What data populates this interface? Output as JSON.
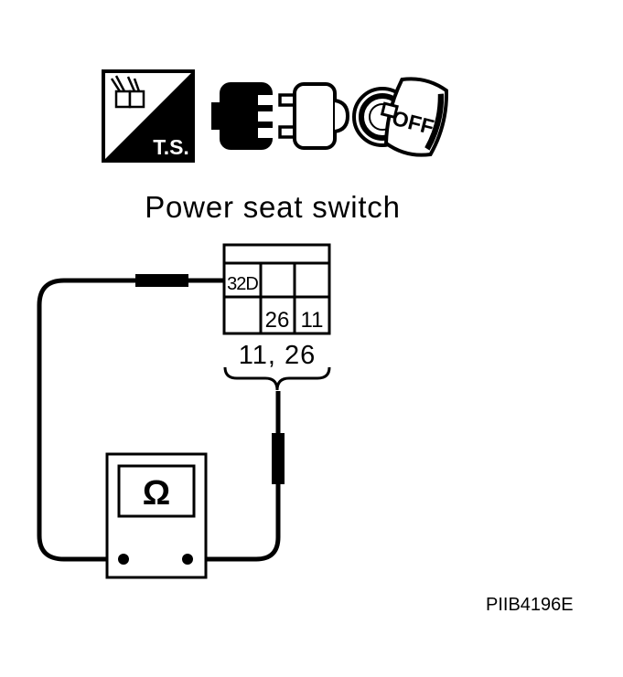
{
  "icons": {
    "test_setup": "test-setup-icon",
    "connector": "disconnect-connector-icon",
    "ignition": "ignition-key-off-icon",
    "ts_label": "T.S.",
    "key_label": "OFF"
  },
  "title": "Power seat switch",
  "connector": {
    "r1c1": "32D",
    "r2c2": "26",
    "r2c3": "11"
  },
  "terminal_label": "11, 26",
  "meter": {
    "symbol": "Ω"
  },
  "figure_id": "PIIB4196E"
}
